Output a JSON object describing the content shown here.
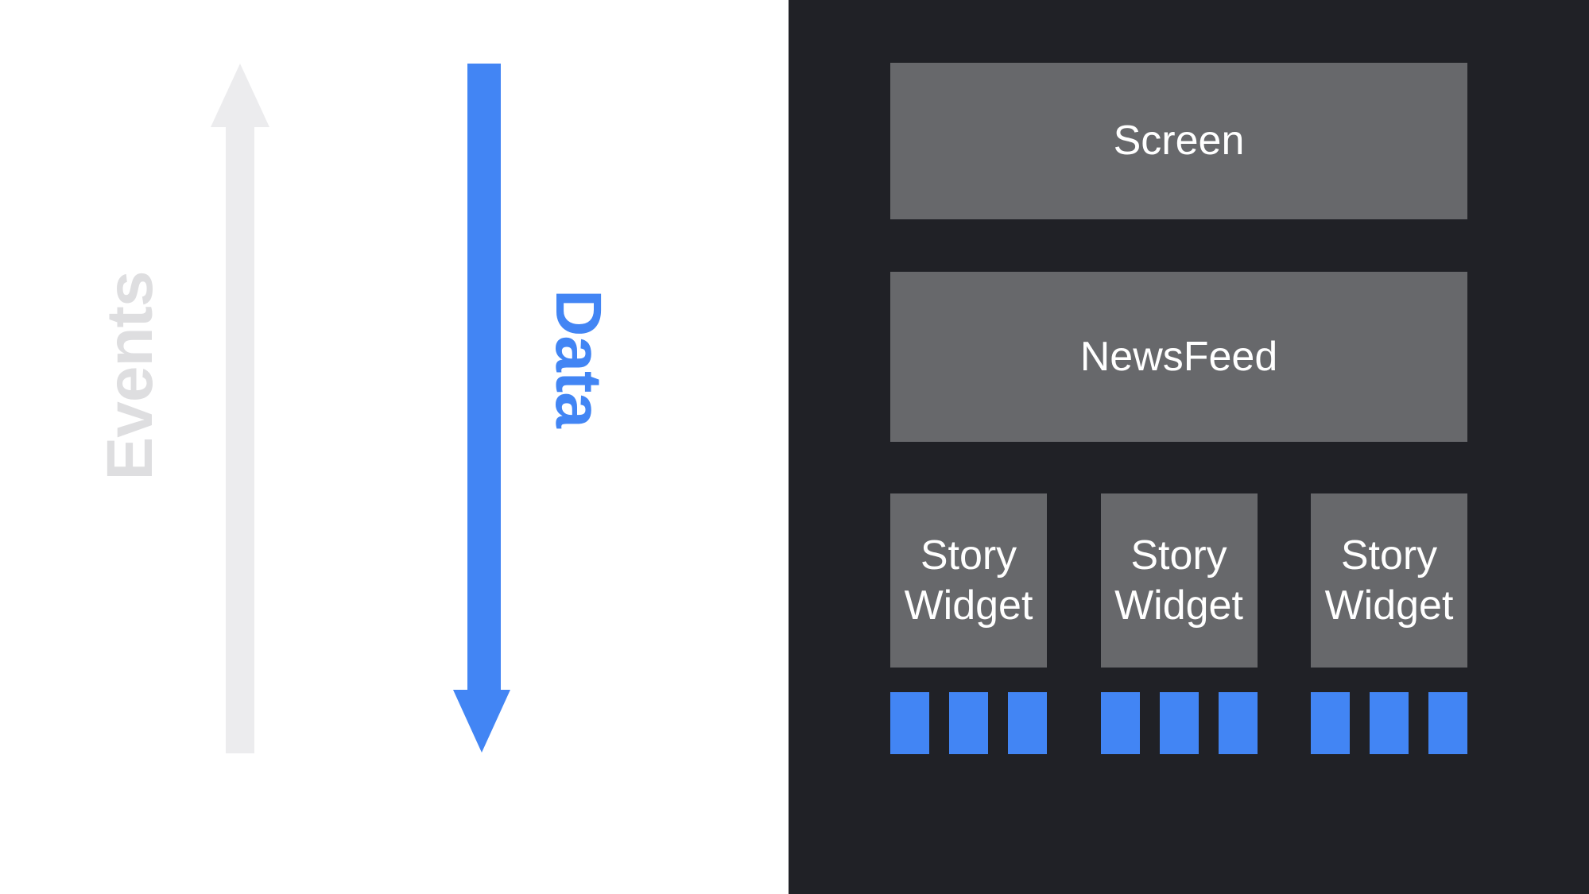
{
  "left_panel": {
    "background": "#ffffff",
    "events_arrow": {
      "label": "Events",
      "direction": "up",
      "arrow_color": "#ececee",
      "label_color": "#dedee0"
    },
    "data_arrow": {
      "label": "Data",
      "direction": "down",
      "arrow_color": "#4285f4",
      "label_color": "#4285f4"
    }
  },
  "right_panel": {
    "background": "#202126",
    "widget_box_color": "#67686b",
    "widget_text_color": "#ffffff",
    "data_block_color": "#4285f4",
    "screen": {
      "label": "Screen"
    },
    "newsfeed": {
      "label": "NewsFeed"
    },
    "story_widgets": [
      {
        "label": "Story Widget",
        "data_block_count": 3
      },
      {
        "label": "Story Widget",
        "data_block_count": 3
      },
      {
        "label": "Story Widget",
        "data_block_count": 3
      }
    ]
  }
}
